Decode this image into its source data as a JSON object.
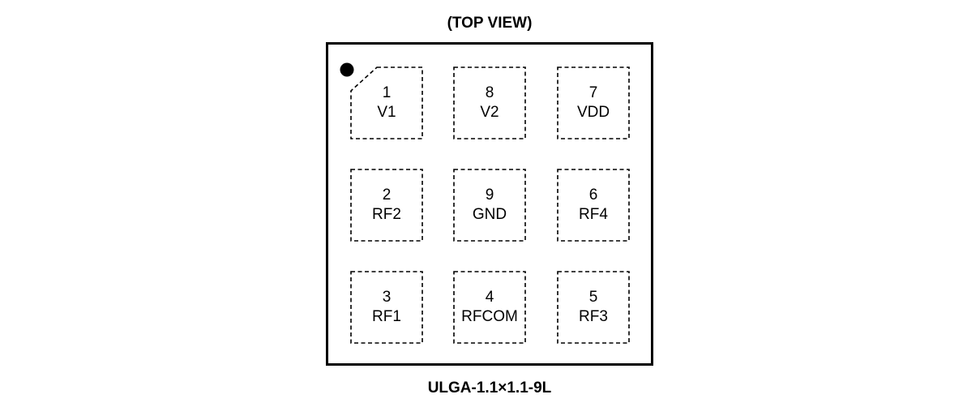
{
  "title": "(TOP VIEW)",
  "package": "ULGA-1.1×1.1-9L",
  "pins": [
    {
      "number": "1",
      "name": "V1",
      "row": 0,
      "col": 0,
      "pin1": true
    },
    {
      "number": "8",
      "name": "V2",
      "row": 0,
      "col": 1
    },
    {
      "number": "7",
      "name": "VDD",
      "row": 0,
      "col": 2
    },
    {
      "number": "2",
      "name": "RF2",
      "row": 1,
      "col": 0
    },
    {
      "number": "9",
      "name": "GND",
      "row": 1,
      "col": 1
    },
    {
      "number": "6",
      "name": "RF4",
      "row": 1,
      "col": 2
    },
    {
      "number": "3",
      "name": "RF1",
      "row": 2,
      "col": 0
    },
    {
      "number": "4",
      "name": "RFCOM",
      "row": 2,
      "col": 1
    },
    {
      "number": "5",
      "name": "RF3",
      "row": 2,
      "col": 2
    }
  ]
}
